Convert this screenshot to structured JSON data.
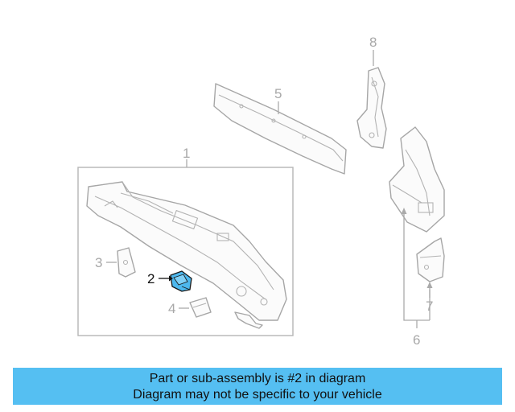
{
  "diagram": {
    "callouts": [
      {
        "id": "1",
        "label": "1"
      },
      {
        "id": "2",
        "label": "2",
        "highlighted": true
      },
      {
        "id": "3",
        "label": "3"
      },
      {
        "id": "4",
        "label": "4"
      },
      {
        "id": "5",
        "label": "5"
      },
      {
        "id": "6",
        "label": "6"
      },
      {
        "id": "7",
        "label": "7"
      },
      {
        "id": "8",
        "label": "8"
      }
    ],
    "colors": {
      "line": "#a6a6a6",
      "highlight_part": "#4db8ee",
      "highlight_label": "#111111"
    }
  },
  "banner": {
    "line1": "Part or sub-assembly is #2 in diagram",
    "line2": "Diagram may not be specific to your vehicle",
    "background": "#55bff2"
  }
}
